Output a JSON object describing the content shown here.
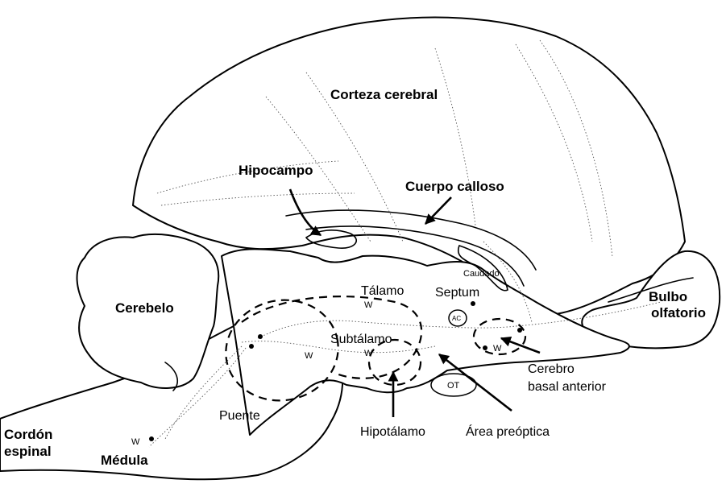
{
  "labels": {
    "corteza": "Corteza cerebral",
    "hipocampo": "Hipocampo",
    "cuerpo_calloso": "Cuerpo calloso",
    "caudado": "Caudado",
    "talamo": "Tálamo",
    "septum": "Septum",
    "cerebelo": "Cerebelo",
    "bulbo_1": "Bulbo",
    "bulbo_2": "olfatorio",
    "subtalamo": "Subtálamo",
    "ac": "AC",
    "ot": "OT",
    "cerebro_1": "Cerebro",
    "cerebro_2": "basal anterior",
    "puente": "Puente",
    "cordon_1": "Cordón",
    "cordon_2": "espinal",
    "medula": "Médula",
    "hipotalamo": "Hipotálamo",
    "area_preoptica": "Área preóptica",
    "w": "W"
  }
}
